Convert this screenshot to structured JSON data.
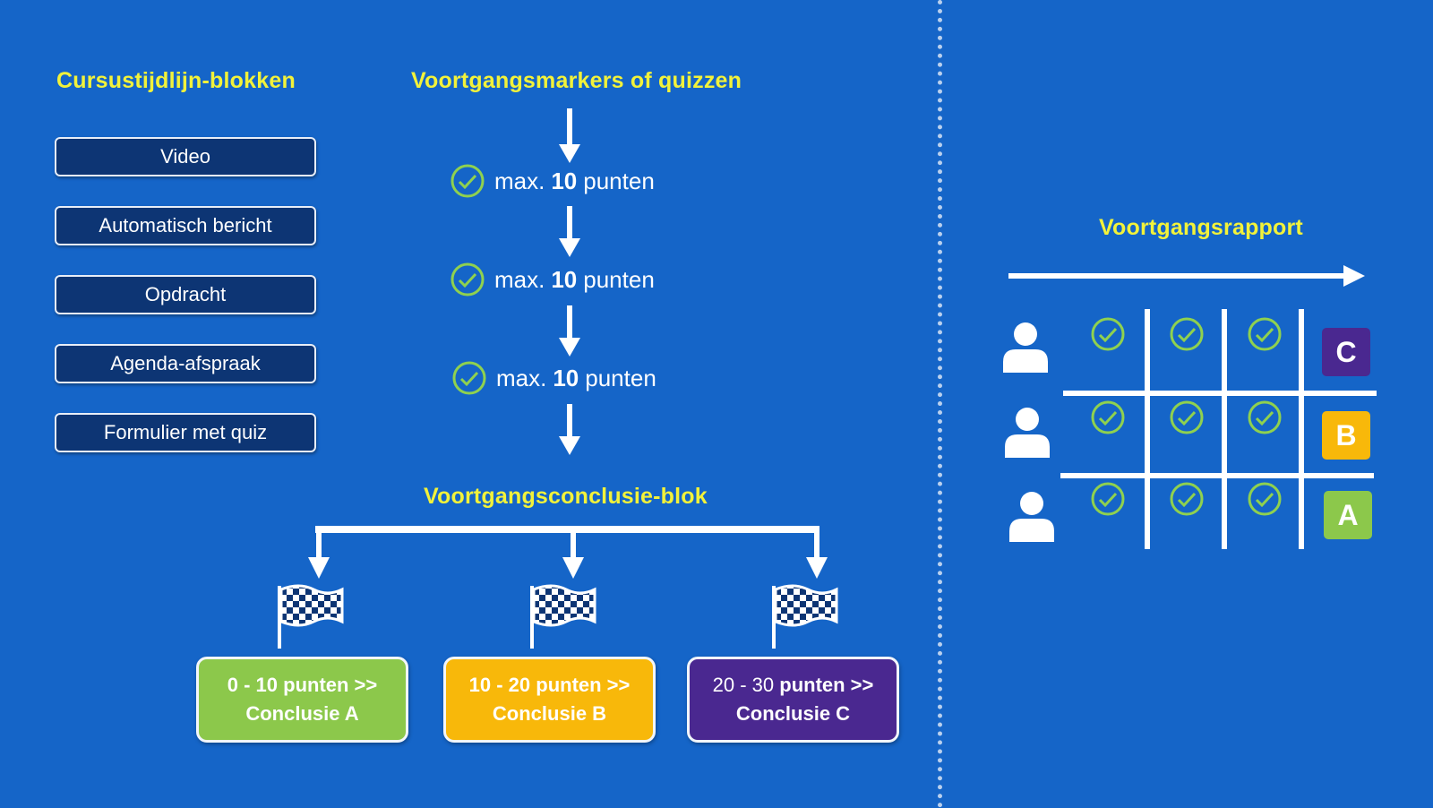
{
  "left": {
    "heading": "Cursustijdlijn-blokken",
    "blocks": [
      "Video",
      "Automatisch bericht",
      "Opdracht",
      "Agenda-afspraak",
      "Formulier met quiz"
    ]
  },
  "middle": {
    "heading": "Voortgangsmarkers of quizzen",
    "markers": [
      {
        "pre": "max.",
        "num": "10",
        "post": "punten"
      },
      {
        "pre": "max.",
        "num": "10",
        "post": "punten"
      },
      {
        "pre": "max.",
        "num": "10",
        "post": "punten"
      }
    ],
    "conclusion_heading": "Voortgangsconclusie-blok",
    "conclusions": [
      {
        "range": "0 - 10",
        "unit": "punten >>",
        "label": "Conclusie A",
        "color": "#8cc84b"
      },
      {
        "range": "10 - 20",
        "unit": "punten >>",
        "label": "Conclusie B",
        "color": "#f8b80a"
      },
      {
        "range": "20 - 30",
        "unit": "punten >>",
        "label": "Conclusie C",
        "color": "#4a2890"
      }
    ]
  },
  "right": {
    "heading": "Voortgangsrapport",
    "rows": [
      {
        "checks": 3,
        "grade": "C",
        "grade_color": "#4a2890"
      },
      {
        "checks": 3,
        "grade": "B",
        "grade_color": "#f8b80a"
      },
      {
        "checks": 3,
        "grade": "A",
        "grade_color": "#8cc84b"
      }
    ]
  },
  "colors": {
    "background": "#1565c8",
    "heading": "#f2f23a",
    "block": "#0d3574",
    "check": "#8fd14f"
  },
  "icons": [
    "check-circle-icon",
    "down-arrow-icon",
    "checkered-flag-icon",
    "user-icon",
    "right-arrow-icon"
  ]
}
